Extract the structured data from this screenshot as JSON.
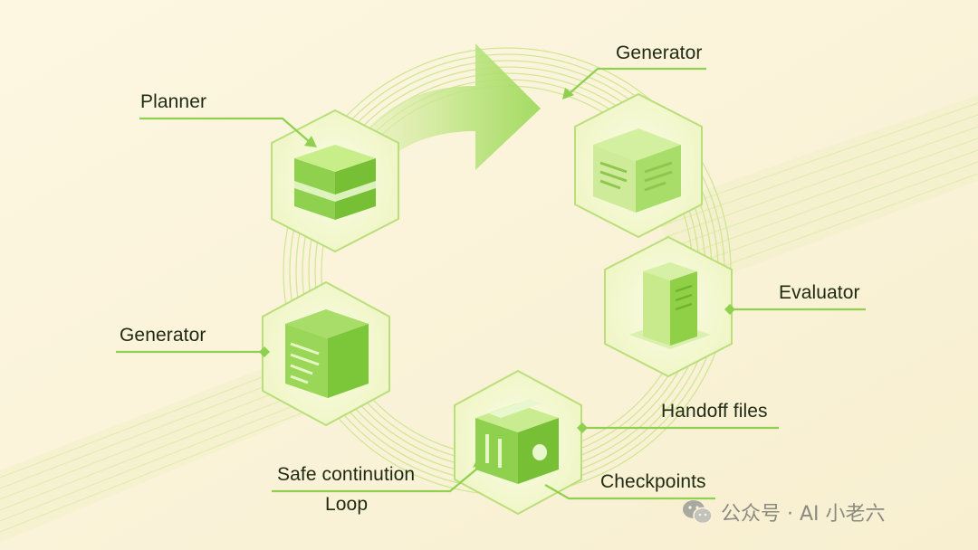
{
  "labels": {
    "planner": "Planner",
    "generator_top": "Generator",
    "generator_left": "Generator",
    "evaluator": "Evaluator",
    "handoff": "Handoff files",
    "checkpoints": "Checkpoints",
    "safe_line1": "Safe continution",
    "safe_line2": "Loop"
  },
  "watermark": {
    "text": "公众号 · AI 小老六",
    "icon": "wechat-icon"
  },
  "colors": {
    "background": "#fbf4dc",
    "accent": "#8fd14f",
    "accent_dark": "#6fb52c",
    "hex_fill": "#f3f7cf",
    "text": "#1f2a12"
  }
}
